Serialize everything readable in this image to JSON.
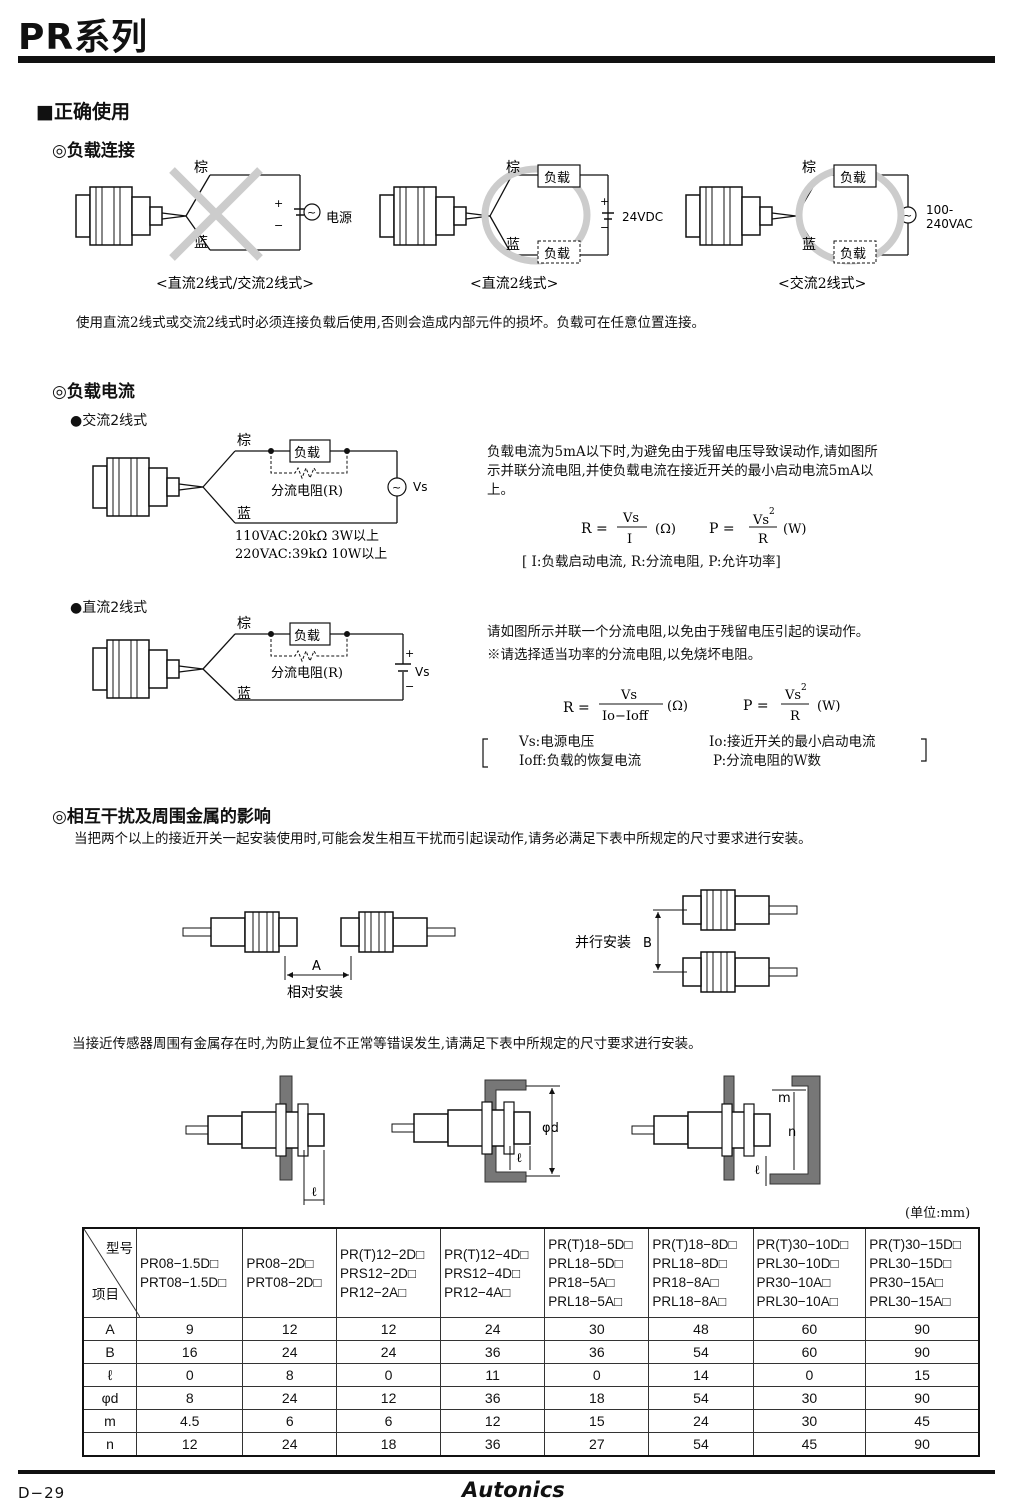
{
  "header": {
    "series_title": "PR系列"
  },
  "section_correct_use": {
    "title": "■正确使用"
  },
  "load_connection": {
    "title": "◎负载连接",
    "brown": "棕",
    "blue": "蓝",
    "load": "负载",
    "power": "电源",
    "v24": "24VDC",
    "vac_line1": "100-",
    "vac_line2": "240VAC",
    "plus": "+",
    "minus": "−",
    "ac_symbol": "~",
    "cap1": "<直流2线式/交流2线式>",
    "cap2": "<直流2线式>",
    "cap3": "<交流2线式>",
    "note": "使用直流2线式或交流2线式时必须连接负载后使用,否则会造成内部元件的损坏。负载可在任意位置连接。"
  },
  "load_current": {
    "title": "◎负载电流",
    "ac_bullet": "●交流2线式",
    "dc_bullet": "●直流2线式",
    "brown": "棕",
    "blue": "蓝",
    "load": "负载",
    "shunt": "分流电阻(R)",
    "vs": "Vs",
    "ac_spec1": "110VAC:20kΩ  3W以上",
    "ac_spec2": "220VAC:39kΩ  10W以上",
    "ac_text": [
      "负载电流为5mA以下时,为避免由于残留电压导致误动作,请如图所",
      "示并联分流电阻,并使负载电流在接近开关的最小启动电流5mA以",
      "上。"
    ],
    "ac_formula": {
      "r_lhs": "R =",
      "r_num": "Vs",
      "r_den": "I",
      "r_unit": "(Ω)",
      "p_lhs": "P =",
      "p_num": "Vs",
      "p_sup": "2",
      "p_den": "R",
      "p_unit": "(W)"
    },
    "ac_legend": "[ I:负载启动电流, R:分流电阻, P:允许功率]",
    "dc_text1": "请如图所示并联一个分流电阻,以免由于残留电压引起的误动作。",
    "dc_text2": "※请选择适当功率的分流电阻,以免烧坏电阻。",
    "dc_formula": {
      "r_lhs": "R =",
      "r_num": "Vs",
      "r_den": "Io−Ioff",
      "r_unit": "(Ω)",
      "p_lhs": "P =",
      "p_num": "Vs",
      "p_sup": "2",
      "p_den": "R",
      "p_unit": "(W)"
    },
    "dc_legend": {
      "vs": "Vs:电源电压",
      "ioff": "Ioff:负载的恢复电流",
      "io": "Io:接近开关的最小启动电流",
      "p": "P:分流电阻的W数"
    }
  },
  "interference": {
    "title": "◎相互干扰及周围金属的影响",
    "text": "当把两个以上的接近开关一起安装使用时,可能会发生相互干扰而引起误动作,请务必满足下表中所规定的尺寸要求进行安装。",
    "label_a": "A",
    "opposite": "相对安装",
    "parallel": "并行安装",
    "label_b": "B",
    "metal_text": "当接近传感器周围有金属存在时,为防止复位不正常等错误发生,请满足下表中所规定的尺寸要求进行安装。",
    "label_l": "ℓ",
    "label_d": "φd",
    "label_m": "m",
    "label_n": "n"
  },
  "table": {
    "unit": "(单位:mm)",
    "corner_top": "型号",
    "corner_bottom": "项目",
    "models": [
      [
        "PR08−1.5D□",
        "PRT08−1.5D□"
      ],
      [
        "PR08−2D□",
        "PRT08−2D□"
      ],
      [
        "PR(T)12−2D□",
        "PRS12−2D□",
        "PR12−2A□"
      ],
      [
        "PR(T)12−4D□",
        "PRS12−4D□",
        "PR12−4A□"
      ],
      [
        "PR(T)18−5D□",
        "PRL18−5D□",
        "PR18−5A□",
        "PRL18−5A□"
      ],
      [
        "PR(T)18−8D□",
        "PRL18−8D□",
        "PR18−8A□",
        "PRL18−8A□"
      ],
      [
        "PR(T)30−10D□",
        "PRL30−10D□",
        "PR30−10A□",
        "PRL30−10A□"
      ],
      [
        "PR(T)30−15D□",
        "PRL30−15D□",
        "PR30−15A□",
        "PRL30−15A□"
      ]
    ],
    "rows": [
      {
        "label": "A",
        "values": [
          "9",
          "12",
          "12",
          "24",
          "30",
          "48",
          "60",
          "90"
        ]
      },
      {
        "label": "B",
        "values": [
          "16",
          "24",
          "24",
          "36",
          "36",
          "54",
          "60",
          "90"
        ]
      },
      {
        "label": "ℓ",
        "values": [
          "0",
          "8",
          "0",
          "11",
          "0",
          "14",
          "0",
          "15"
        ]
      },
      {
        "label": "φd",
        "values": [
          "8",
          "24",
          "12",
          "36",
          "18",
          "54",
          "30",
          "90"
        ]
      },
      {
        "label": "m",
        "values": [
          "4.5",
          "6",
          "6",
          "12",
          "15",
          "24",
          "30",
          "45"
        ]
      },
      {
        "label": "n",
        "values": [
          "12",
          "24",
          "18",
          "36",
          "27",
          "54",
          "45",
          "90"
        ]
      }
    ]
  },
  "footer": {
    "page": "D−29",
    "brand": "Autonics"
  }
}
